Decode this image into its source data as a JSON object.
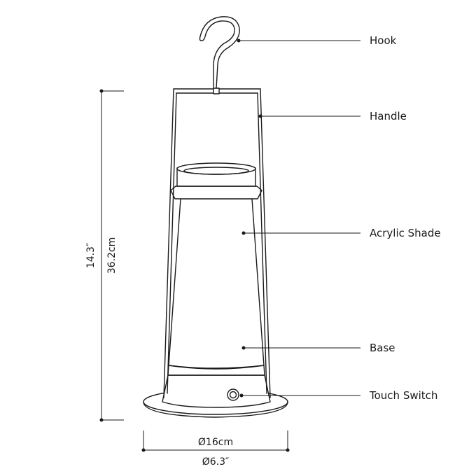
{
  "callouts": {
    "hook": "Hook",
    "handle": "Handle",
    "shade": "Acrylic Shade",
    "base": "Base",
    "switch": "Touch Switch"
  },
  "dimensions": {
    "height_in": "14.3″",
    "height_cm": "36.2cm",
    "diameter_cm": "Ø16cm",
    "diameter_in": "Ø6.3″"
  },
  "colors": {
    "ink": "#1a1a1a",
    "background": "#ffffff"
  }
}
